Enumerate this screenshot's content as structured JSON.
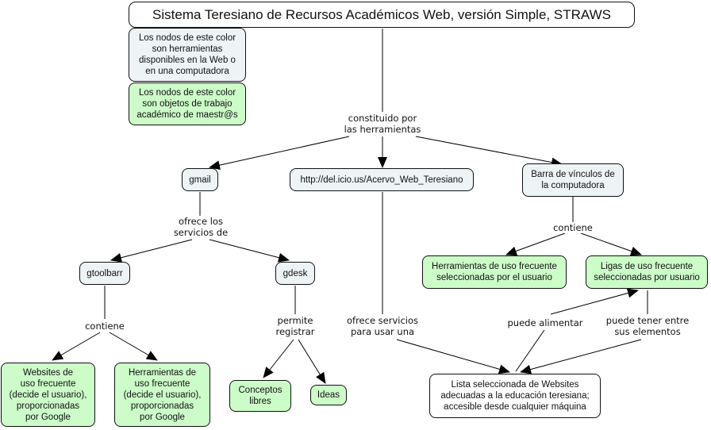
{
  "title": "Sistema Teresiano de Recursos Académicos Web, versión Simple, STRAWS",
  "colors": {
    "tool_node": "#eef3f5",
    "work_node": "#ccfcc8",
    "plain_node": "#ffffff",
    "line": "#111111"
  },
  "legend": {
    "tool_text": "Los nodos de este color\nson herramientas\ndisponibles en la Web o\nen una computadora",
    "work_text": "Los nodos de este color\nson objetos de trabajo\nacadémico de maestr@s"
  },
  "nodes": {
    "gmail": "gmail",
    "delicious": "http://del.icio.us/Acervo_Web_Teresiano",
    "barra": "Barra de vínculos de\nla computadora",
    "gtoolbarr": "gtoolbarr",
    "gdesk": "gdesk",
    "herr_sel": "Herramientas de uso frecuente\nseleccionadas por el usuario",
    "ligas_sel": "Ligas de uso frecuente\nseleccionadas por usuario",
    "websites_google": "Websites de\nuso frecuente\n(decide el usuario),\nproporcionadas\npor Google",
    "herr_google": "Herramientas de\nuso frecuente\n(decide el usuario),\nproporcionadas\npor Google",
    "conceptos": "Conceptos\nlibres",
    "ideas": "Ideas",
    "lista": "Lista seleccionada de Websites\nadecuadas a la educación teresiana;\naccesible desde cualquier máquina"
  },
  "link_labels": {
    "constituido": "constituido por\nlas herramientas",
    "ofrece_los": "ofrece los\nservicios de",
    "contiene_barra": "contiene",
    "contiene_gtoolbarr": "contiene",
    "permite": "permite\nregistrar",
    "ofrece_servicios": "ofrece servicios\npara usar una",
    "puede_alimentar": "puede alimentar",
    "puede_tener": "puede tener entre\nsus elementos"
  }
}
